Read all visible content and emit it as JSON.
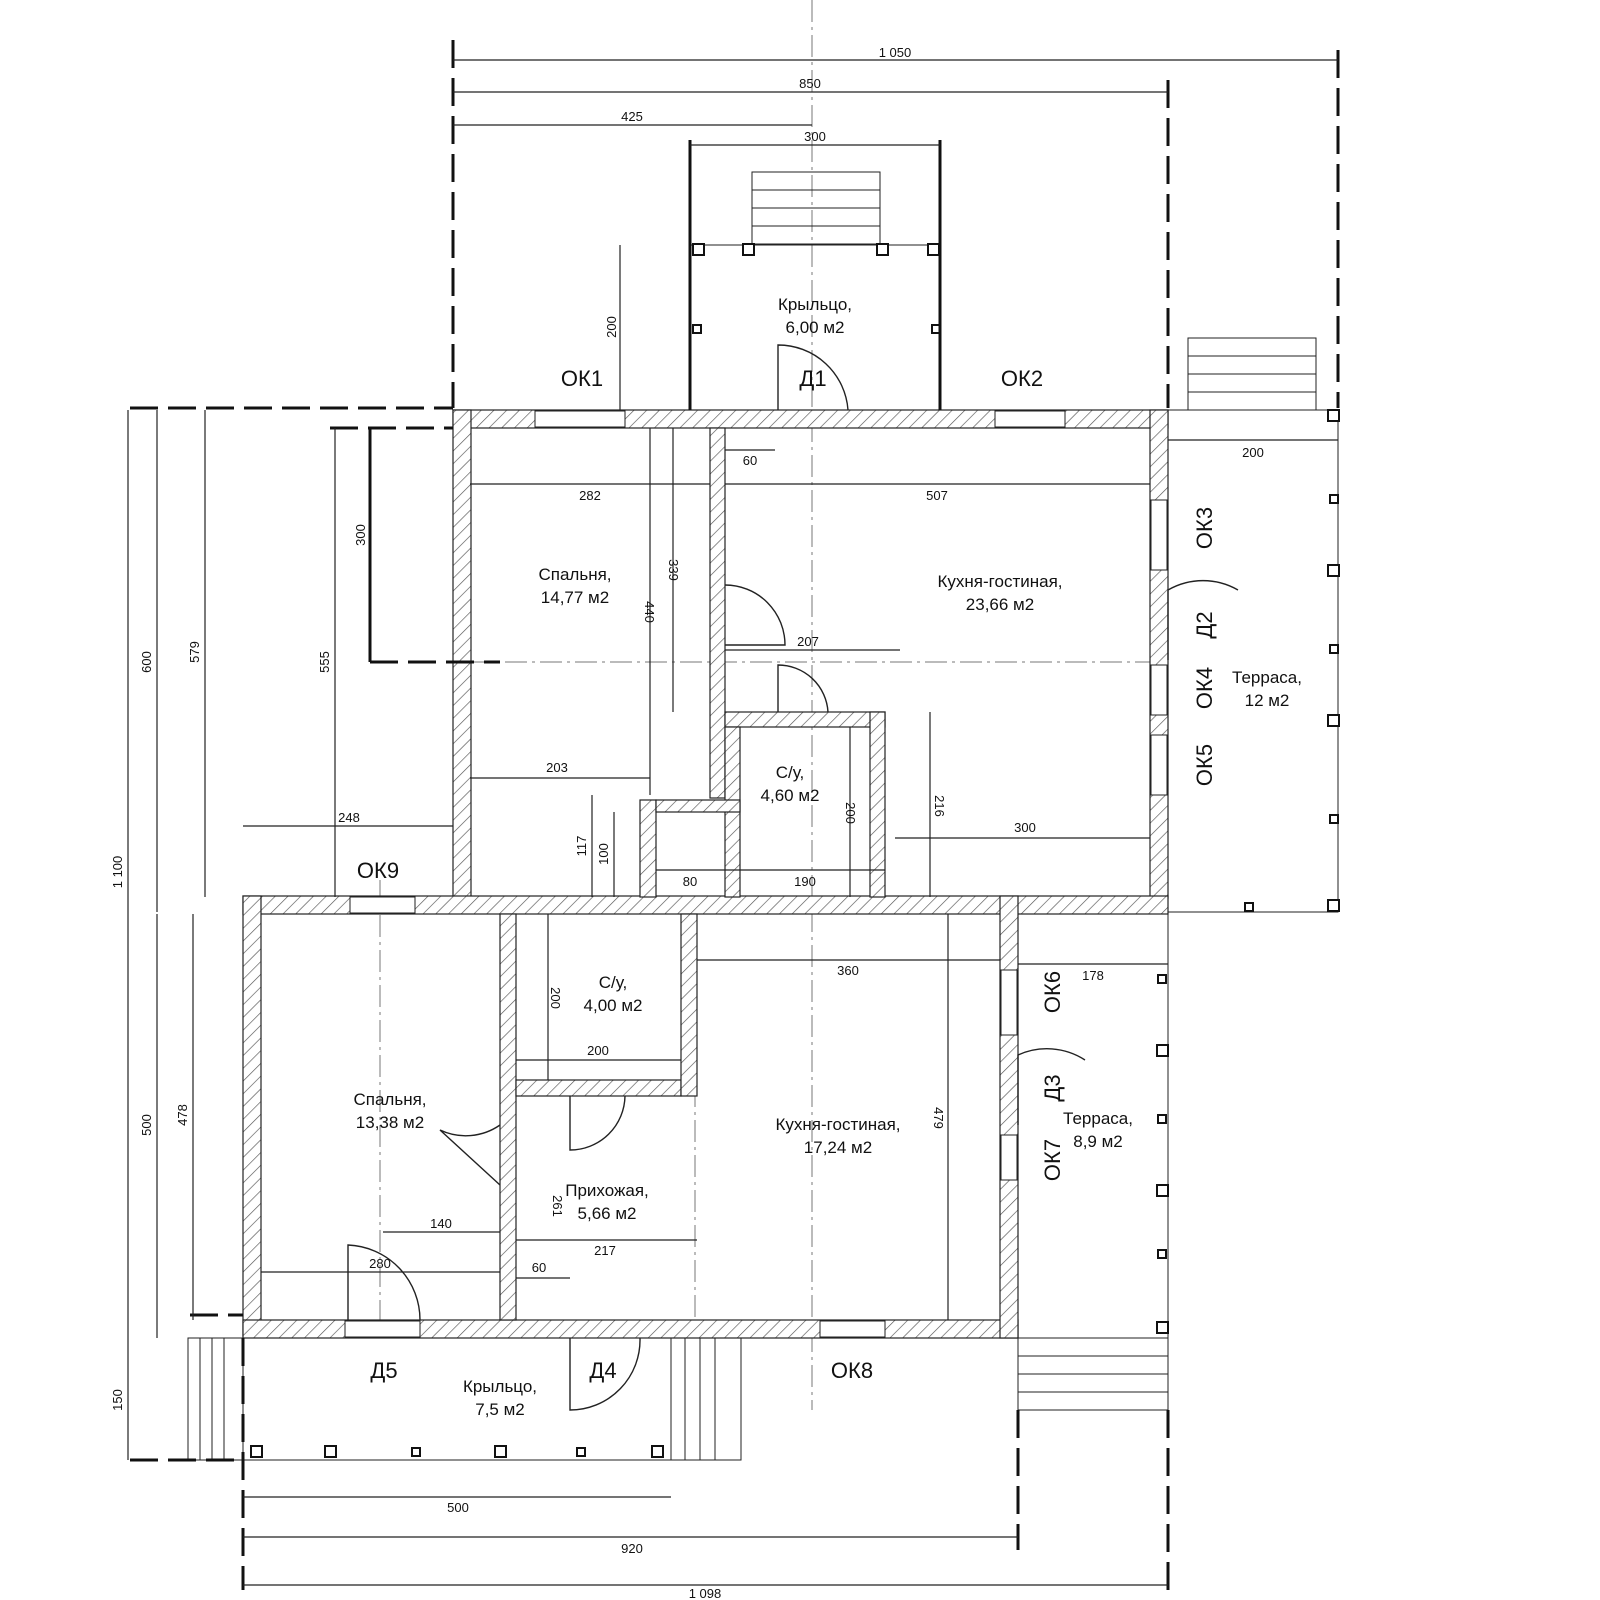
{
  "rooms": {
    "porch_top": {
      "name": "Крыльцо,",
      "area": "6,00 м2"
    },
    "bedroom_top": {
      "name": "Спальня,",
      "area": "14,77 м2"
    },
    "kitchen_top": {
      "name": "Кухня-гостиная,",
      "area": "23,66 м2"
    },
    "wc_top": {
      "name": "С/у,",
      "area": "4,60 м2"
    },
    "terrace_right": {
      "name": "Терраса,",
      "area": "12 м2"
    },
    "bedroom_bottom": {
      "name": "Спальня,",
      "area": "13,38 м2"
    },
    "wc_bottom": {
      "name": "С/у,",
      "area": "4,00 м2"
    },
    "kitchen_bottom": {
      "name": "Кухня-гостиная,",
      "area": "17,24 м2"
    },
    "hall": {
      "name": "Прихожая,",
      "area": "5,66 м2"
    },
    "terrace_bottom": {
      "name": "Терраса,",
      "area": "8,9 м2"
    },
    "porch_bottom": {
      "name": "Крыльцо,",
      "area": "7,5 м2"
    }
  },
  "openings": {
    "ok1": "ОК1",
    "ok2": "ОК2",
    "ok3": "ОК3",
    "ok4": "ОК4",
    "ok5": "ОК5",
    "ok6": "ОК6",
    "ok7": "ОК7",
    "ok8": "ОК8",
    "ok9": "ОК9",
    "d1": "Д1",
    "d2": "Д2",
    "d3": "Д3",
    "d4": "Д4",
    "d5": "Д5"
  },
  "dimensions": {
    "top_1050": "1 050",
    "top_850": "850",
    "top_425": "425",
    "top_300": "300",
    "porch_200": "200",
    "w_60_top": "60",
    "w_282": "282",
    "w_507": "507",
    "h_339": "339",
    "h_440": "440",
    "w_207": "207",
    "w_203": "203",
    "h_117": "117",
    "h_100": "100",
    "w_80": "80",
    "w_190": "190",
    "h_200_wc": "200",
    "h_216": "216",
    "w_300_kitchen": "300",
    "terrace_200": "200",
    "left_300": "300",
    "left_555": "555",
    "left_579": "579",
    "left_600": "600",
    "left_1100": "1 100",
    "w_248": "248",
    "left_500": "500",
    "left_478": "478",
    "left_150": "150",
    "h_200_wc2": "200",
    "w_200_wc2": "200",
    "w_360": "360",
    "h_479": "479",
    "w_178": "178",
    "h_261": "261",
    "w_217": "217",
    "w_140": "140",
    "w_280": "280",
    "w_60_bottom": "60",
    "bot_500": "500",
    "bot_920": "920",
    "bot_1098": "1 098"
  }
}
